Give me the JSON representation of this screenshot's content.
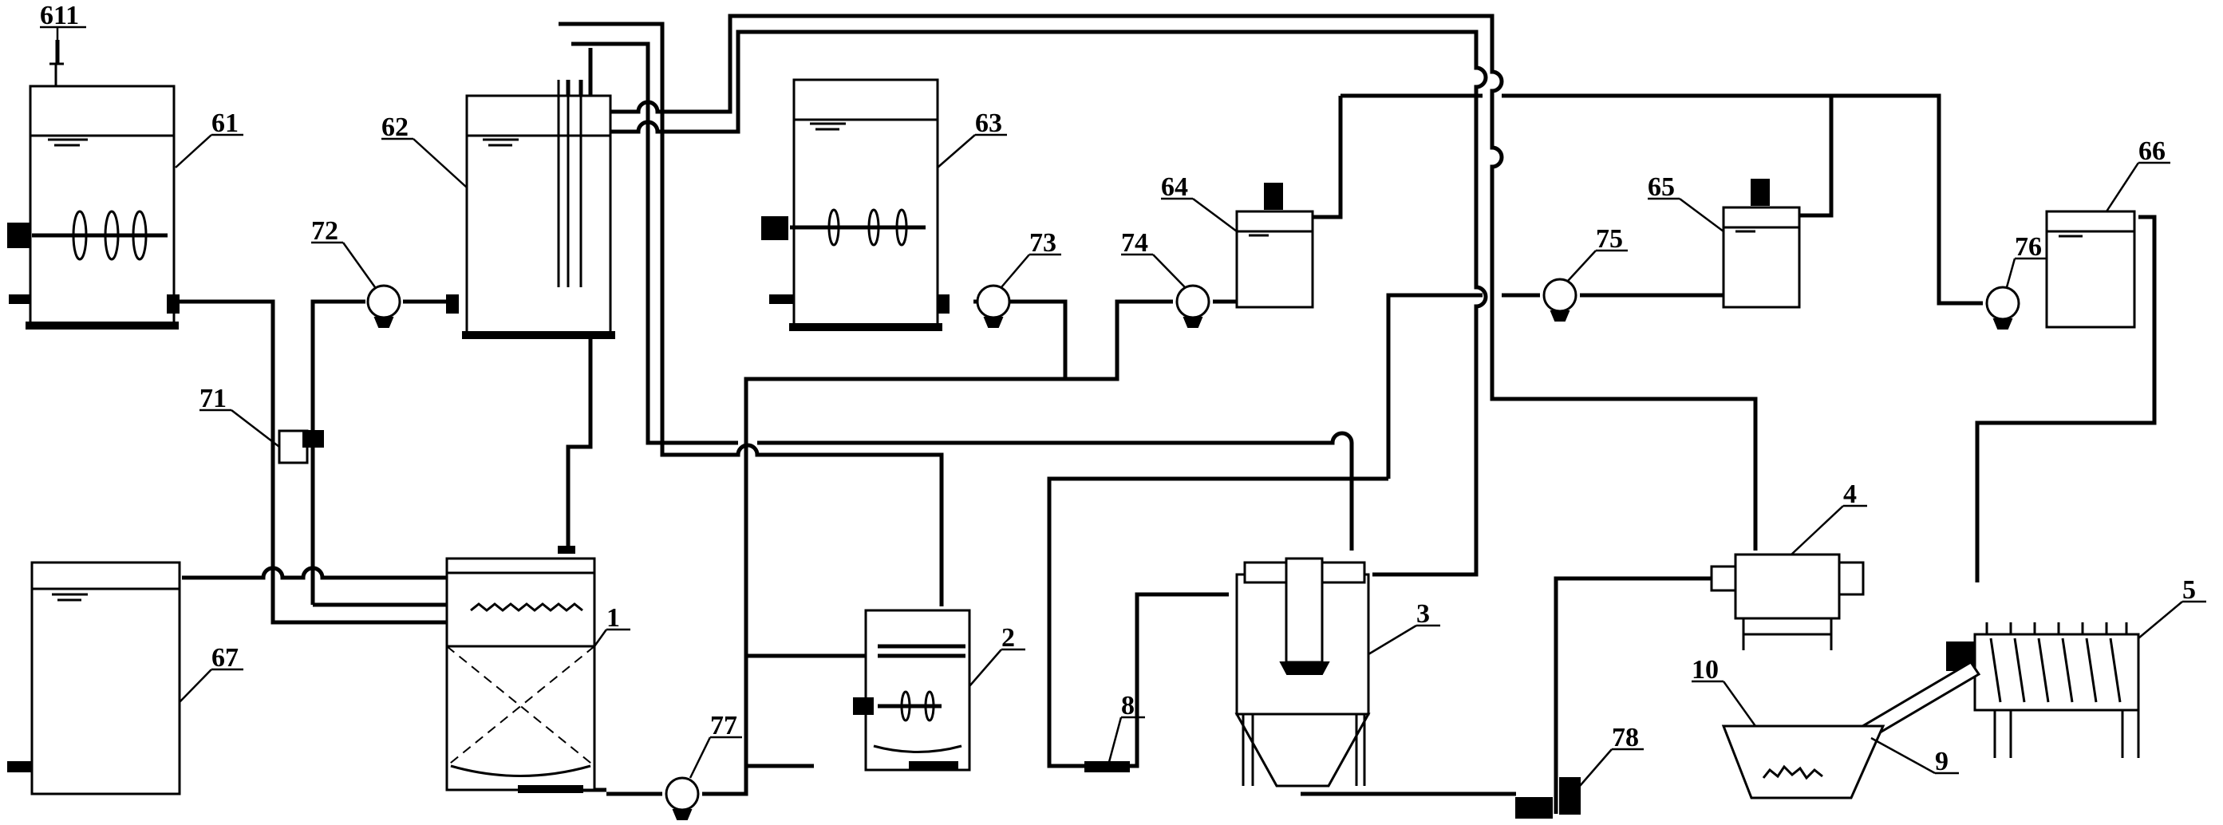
{
  "labels": {
    "l611": "611",
    "l61": "61",
    "l62": "62",
    "l63": "63",
    "l64": "64",
    "l65": "65",
    "l66": "66",
    "l67": "67",
    "l71": "71",
    "l72": "72",
    "l73": "73",
    "l74": "74",
    "l75": "75",
    "l76": "76",
    "l77": "77",
    "l78": "78",
    "l1": "1",
    "l2": "2",
    "l3": "3",
    "l4": "4",
    "l5": "5",
    "l8": "8",
    "l9": "9",
    "l10": "10"
  }
}
